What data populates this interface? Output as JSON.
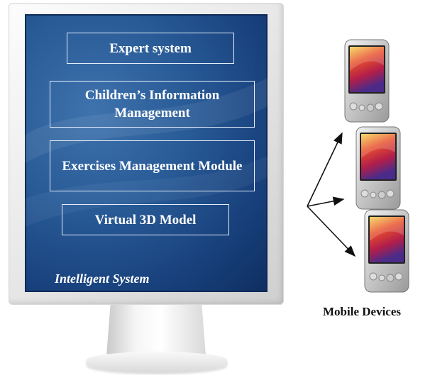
{
  "modules": [
    {
      "id": "expert",
      "label": "Expert system"
    },
    {
      "id": "children",
      "label": "Children’s Information Management"
    },
    {
      "id": "exercises",
      "label": "Exercises Management Module"
    },
    {
      "id": "virtual",
      "label": "Virtual 3D Model"
    }
  ],
  "system_label": "Intelligent System",
  "mobile_label": "Mobile Devices",
  "colors": {
    "screen_blue": "#285a96",
    "box_border": "#e6eefb",
    "arrow": "#111111"
  }
}
